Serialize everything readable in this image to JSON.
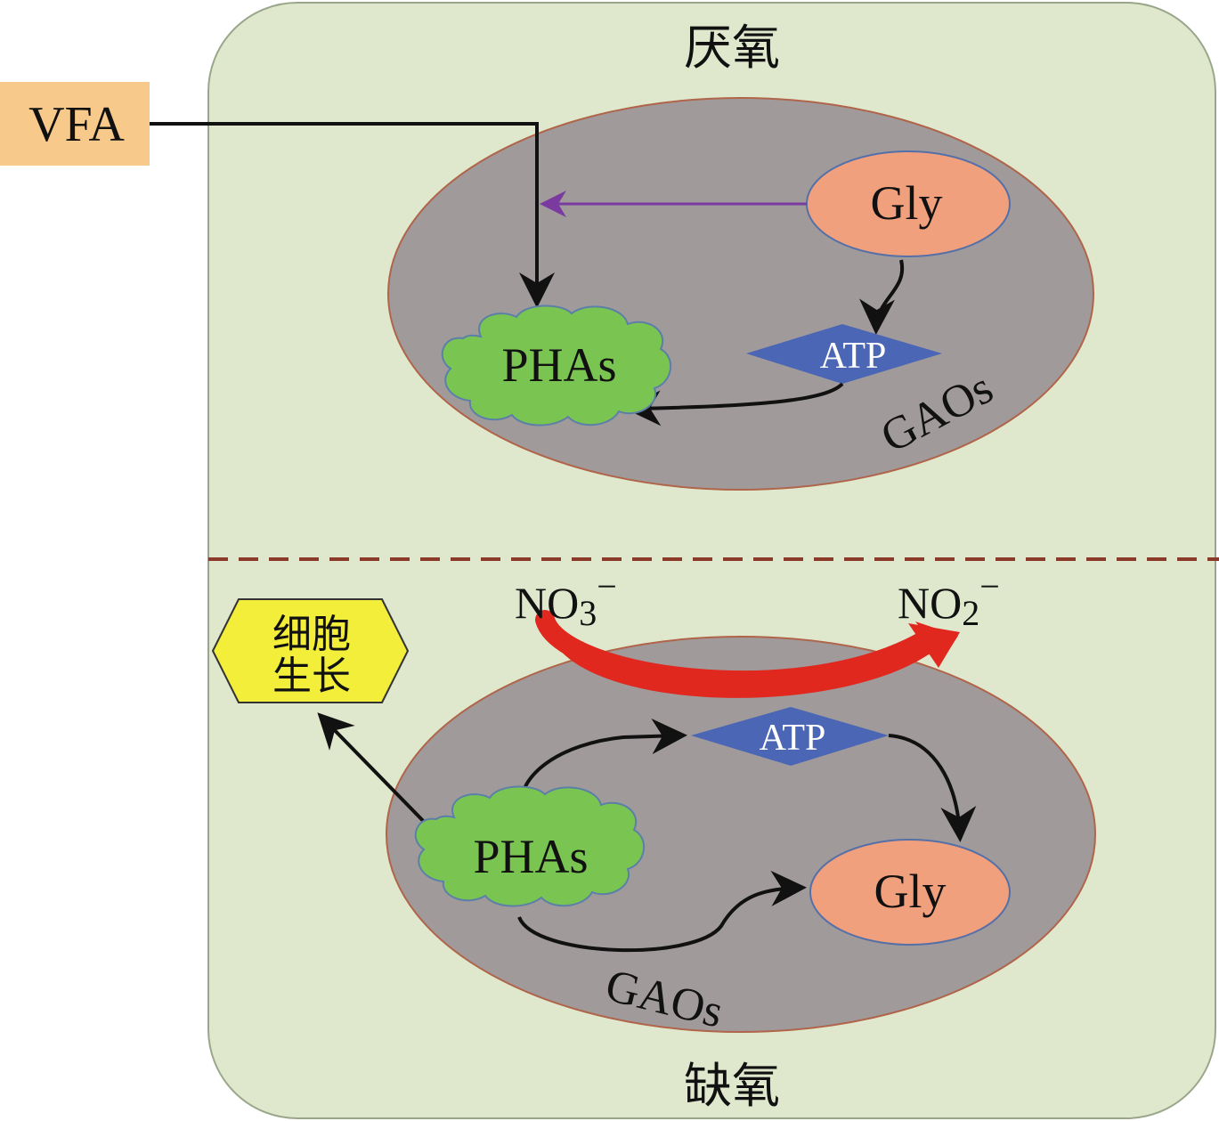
{
  "zones": {
    "anaerobic_label": "厌氧",
    "anoxic_label": "缺氧"
  },
  "top": {
    "vfa": "VFA",
    "gly": "Gly",
    "atp": "ATP",
    "phas": "PHAs",
    "gaos": "GAOs"
  },
  "bottom": {
    "nitrate_base": "NO",
    "nitrate_sub": "3",
    "nitrate_sup": "−",
    "nitrite_base": "NO",
    "nitrite_sub": "2",
    "nitrite_sup": "−",
    "cell_growth_line1": "细胞",
    "cell_growth_line2": "生长",
    "atp": "ATP",
    "phas": "PHAs",
    "gly": "Gly",
    "gaos": "GAOs"
  },
  "colors": {
    "background_panel": "#dfe8cc",
    "panel_border": "#9aa68a",
    "cell_fill": "#a09a9b",
    "cell_border": "#b0644a",
    "gly_fill": "#f0a07c",
    "atp_fill": "#4a66b4",
    "phas_fill": "#7ac552",
    "vfa_fill": "#f7c98a",
    "hexagon_fill": "#f2ee3a",
    "red_arrow": "#e0281f",
    "purple_arrow": "#7a3aa0",
    "divider": "#8b3a2a"
  }
}
